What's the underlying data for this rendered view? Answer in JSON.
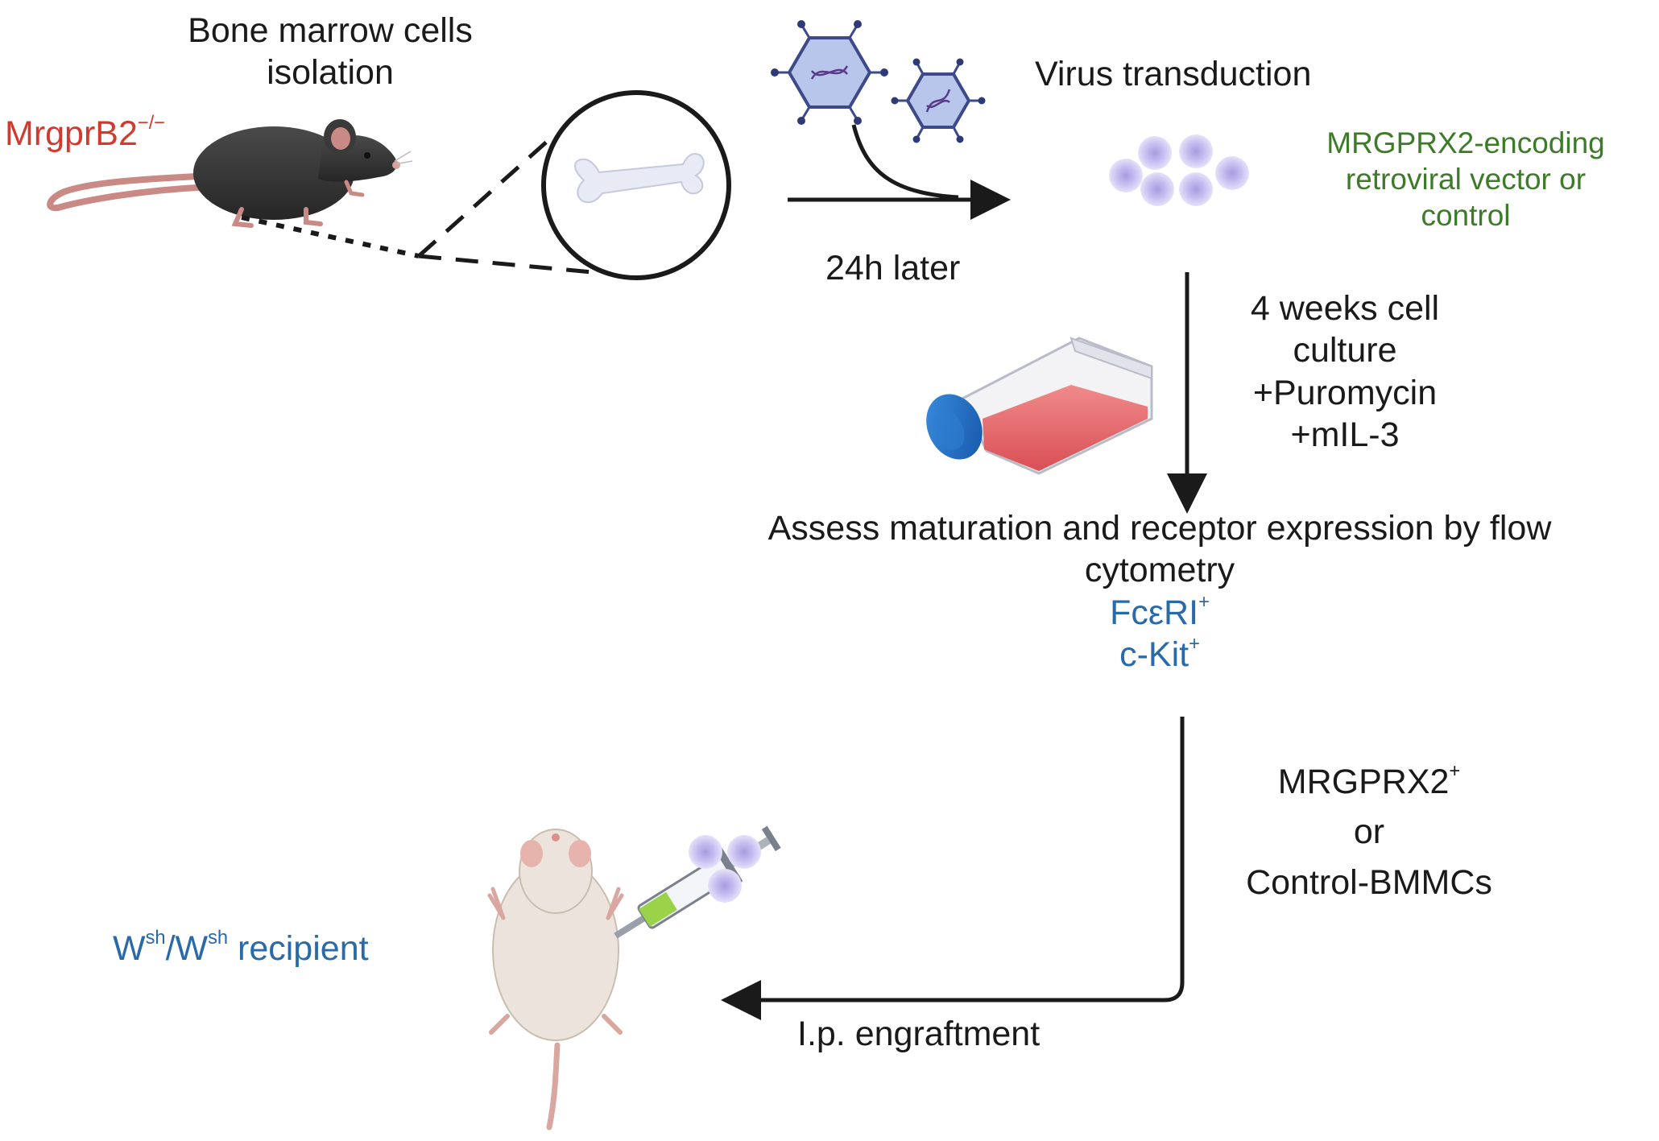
{
  "step1": {
    "title_line1": "Bone marrow cells",
    "title_line2": "isolation"
  },
  "donor": {
    "name": "MrgprB2",
    "sup": "−/−",
    "color": "#d13b2f"
  },
  "step2": {
    "title": "Virus transduction",
    "delay": "24h later"
  },
  "vector": {
    "line1": "MRGPRX2-encoding",
    "line2": "retroviral vector or",
    "line3": "control",
    "color": "#3d7a2a"
  },
  "culture": {
    "line1": "4 weeks cell",
    "line2": "culture",
    "line3": "+Puromycin",
    "line4": "+mIL-3"
  },
  "assess": {
    "line1": "Assess maturation and receptor expression by flow",
    "line2": "cytometry",
    "marker1": "FcεRI",
    "marker1_sup": "+",
    "marker2": "c-Kit",
    "marker2_sup": "+",
    "marker_color": "#2a6aa8"
  },
  "cells": {
    "line1": "MRGPRX2",
    "line1_sup": "+",
    "line2": "or",
    "line3": "Control-BMMCs"
  },
  "engraft": {
    "label": "I.p. engraftment"
  },
  "recipient": {
    "w1": "W",
    "sup1": "sh",
    "slash": "/",
    "w2": "W",
    "sup2": "sh",
    "rest": " recipient",
    "color": "#2a6aa8"
  },
  "icons": [
    "mouse-black-icon",
    "bone-icon",
    "virus-icon",
    "cell-cluster-icon",
    "culture-flask-icon",
    "mouse-white-icon",
    "syringe-icon"
  ]
}
